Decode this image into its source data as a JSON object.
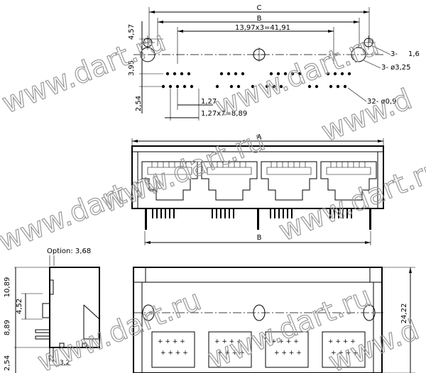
{
  "dimensions": {
    "top_c": "C",
    "top_b": "B",
    "pitch_ports": "13,97x3=41,91",
    "height_457": "4,57",
    "height_395": "3,95",
    "height_254_top": "2,54",
    "pin_pitch": "1,27",
    "pin_span": "1,27x7=8,89",
    "hole_1": "3-",
    "hole_1_val": "1,6",
    "hole_2": "3- ø3,25",
    "hole_3": "32- ø0,9",
    "front_a": "A",
    "front_b": "B",
    "option": "Option: 3,68",
    "side_1089": "10,89",
    "side_452": "4,52",
    "side_889": "8,89",
    "side_254_bottom": "2,54",
    "side_32": "3,2",
    "height_2422": "24,22"
  },
  "watermarks": [
    "www.dart.ru",
    "www.dart.ru",
    "www.dart.ru",
    "www.dart.ru",
    "www.dart.ru",
    "www.d",
    "www.dart.ru",
    "www.dart.ru",
    "www.d"
  ],
  "colors": {
    "line": "#000000",
    "watermark": "#999999",
    "background": "#ffffff"
  }
}
